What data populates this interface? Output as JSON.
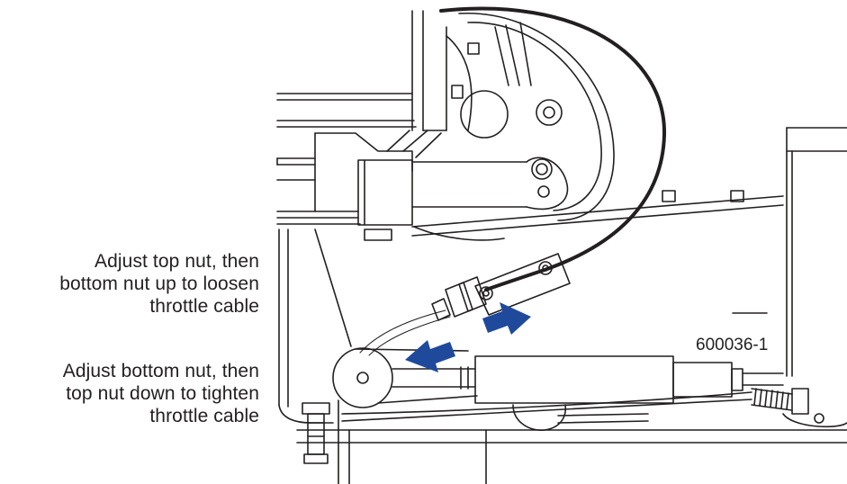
{
  "callouts": {
    "loosen": {
      "lines": [
        "Adjust top nut, then",
        "bottom nut up to loosen",
        "throttle cable"
      ]
    },
    "tighten": {
      "lines": [
        "Adjust bottom nut, then",
        "top nut down to tighten",
        "throttle cable"
      ]
    }
  },
  "figure": {
    "part_number": "600036-1"
  },
  "colors": {
    "line": "#231f20",
    "arrow": "#1f4a9c",
    "background": "#ffffff"
  },
  "icons": {
    "loosen_arrow": "arrow-left-down",
    "tighten_arrow": "arrow-right-up"
  }
}
